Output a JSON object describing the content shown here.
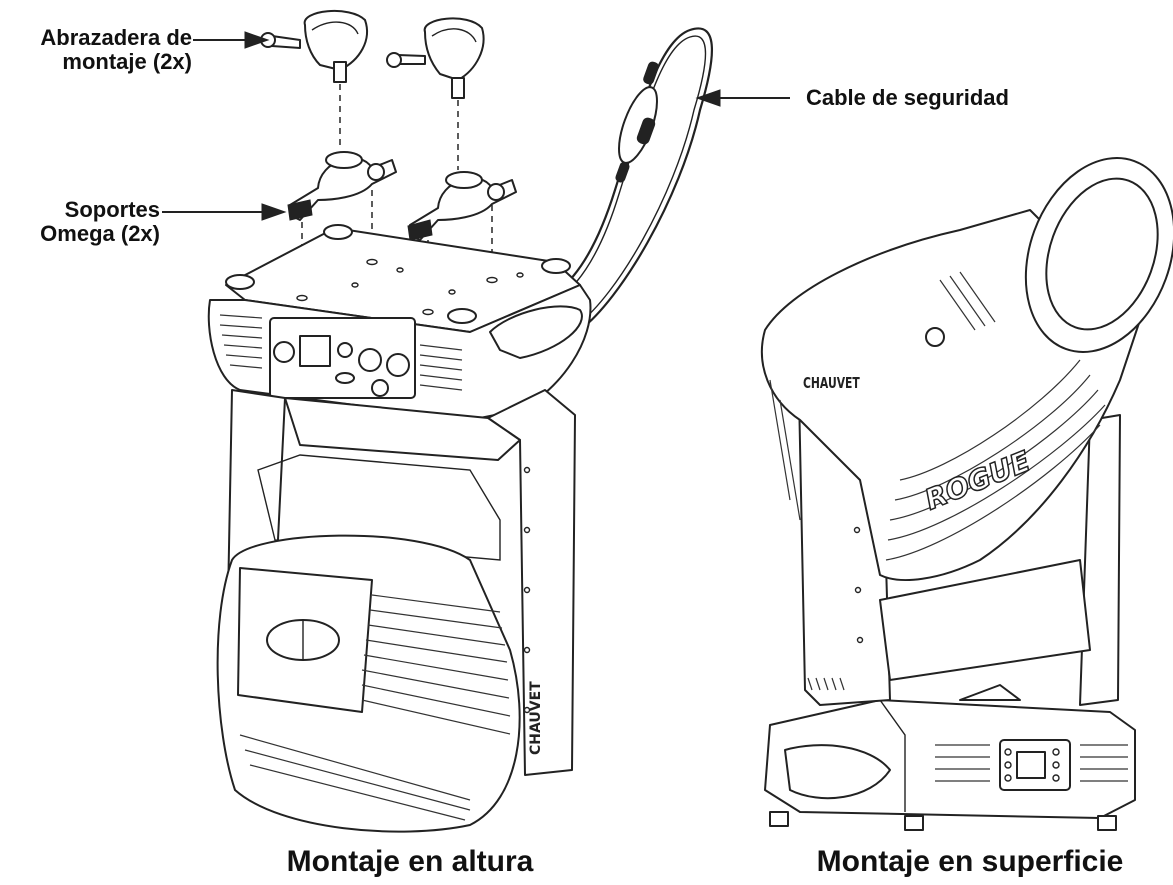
{
  "callouts": {
    "mounting_clamp": "Abrazadera de\nmontaje (2x)",
    "mounting_clamp_line1": "Abrazadera de",
    "mounting_clamp_line2": "montaje (2x)",
    "omega_brackets_line1": "Soportes",
    "omega_brackets_line2": "Omega (2x)",
    "safety_cable": "Cable de seguridad"
  },
  "captions": {
    "overhead": "Montaje en altura",
    "surface": "Montaje en superficie"
  },
  "brand_marks": {
    "left_arm": "CHAUVET",
    "right_arm": "CHAUVET",
    "right_head": "ROGUE"
  },
  "colors": {
    "line": "#222222",
    "background": "#ffffff"
  }
}
